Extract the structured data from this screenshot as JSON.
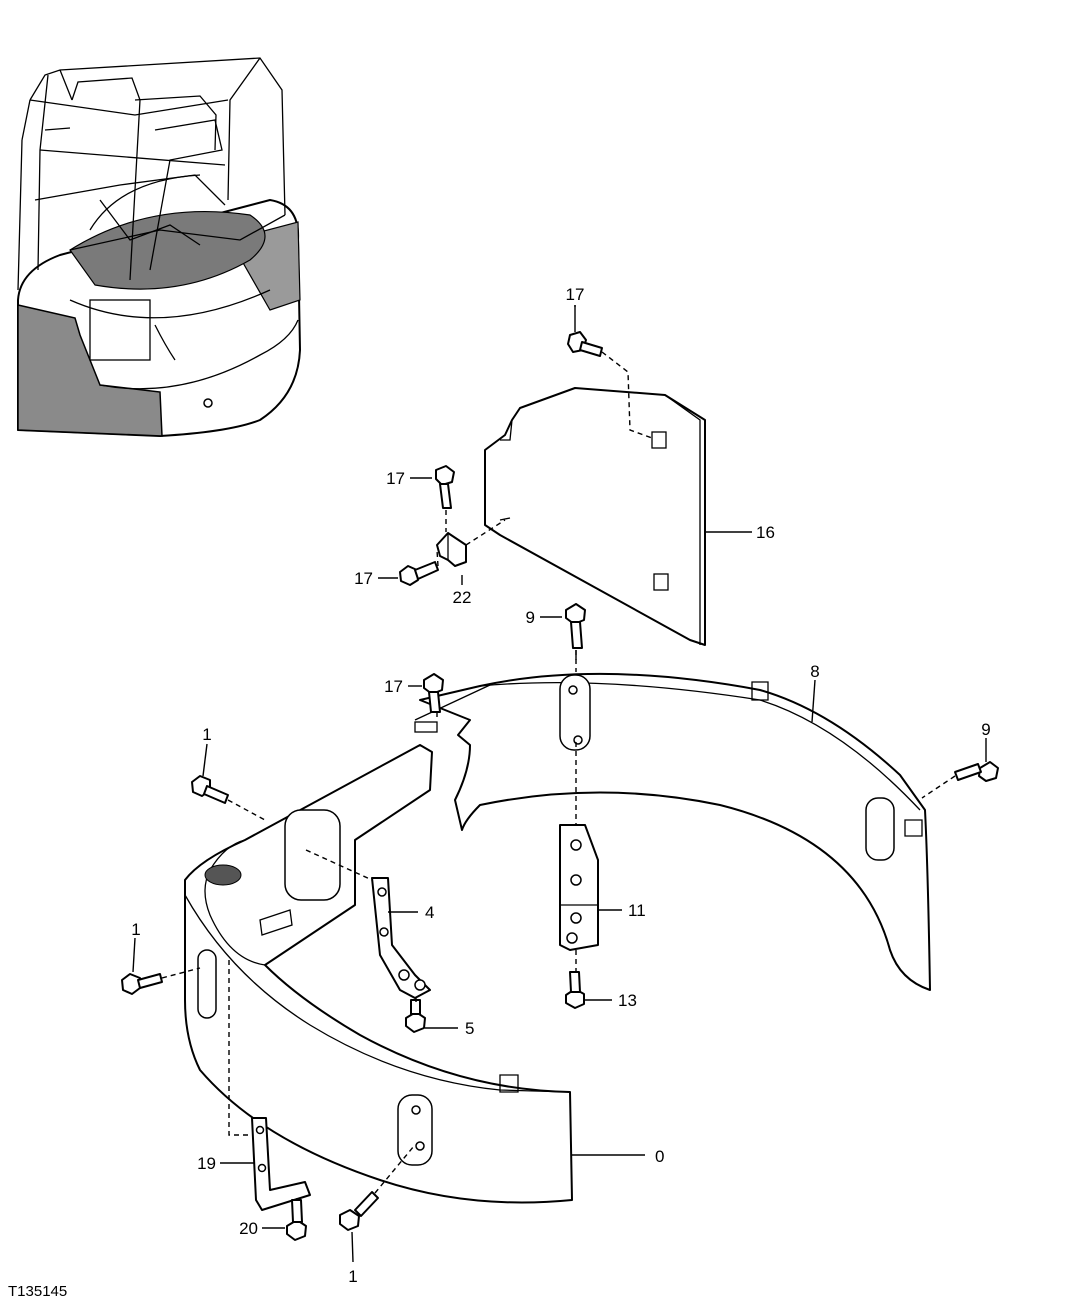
{
  "figure_id": "T135145",
  "callouts": {
    "c0": "0",
    "c1_top": "1",
    "c1_left": "1",
    "c1_bottom": "1",
    "c4": "4",
    "c5": "5",
    "c8": "8",
    "c9_top": "9",
    "c9_right": "9",
    "c11": "11",
    "c13": "13",
    "c16": "16",
    "c17_top": "17",
    "c17_mid": "17",
    "c17_left": "17",
    "c17_lower": "17",
    "c19": "19",
    "c20": "20",
    "c22": "22"
  },
  "icons": {
    "bolt": "hex-bolt-icon",
    "machine": "excavator-overview",
    "bracket": "angle-bracket"
  }
}
